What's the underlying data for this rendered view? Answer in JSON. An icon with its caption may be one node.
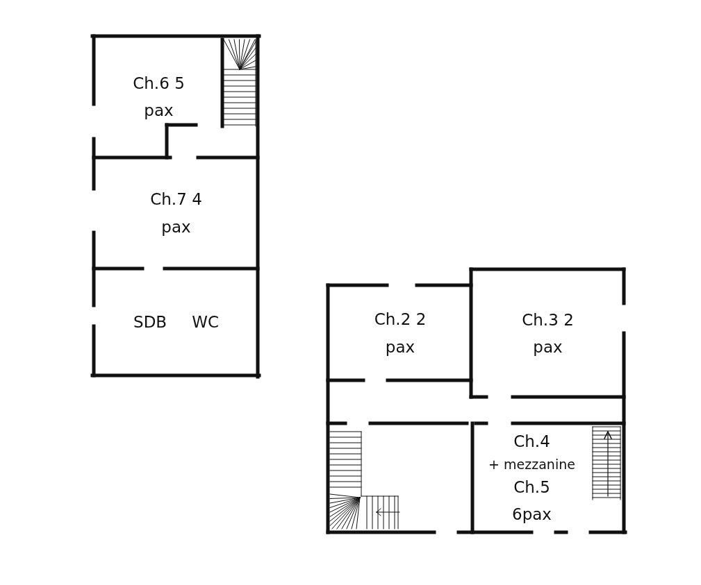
{
  "diagram": {
    "nodes": [
      {
        "text": [
          "Ch.6 5 pax"
        ]
      },
      {
        "text": [
          "Ch.7 4 pax"
        ]
      },
      {
        "text": [
          "SDB",
          "WC"
        ]
      },
      {
        "text": [
          "Ch.2 2 pax"
        ]
      },
      {
        "text": [
          "Ch.3 2 pax"
        ]
      },
      {
        "text": [
          "Ch.4",
          "+ mezzanine",
          "Ch.5 6pax"
        ]
      }
    ]
  }
}
